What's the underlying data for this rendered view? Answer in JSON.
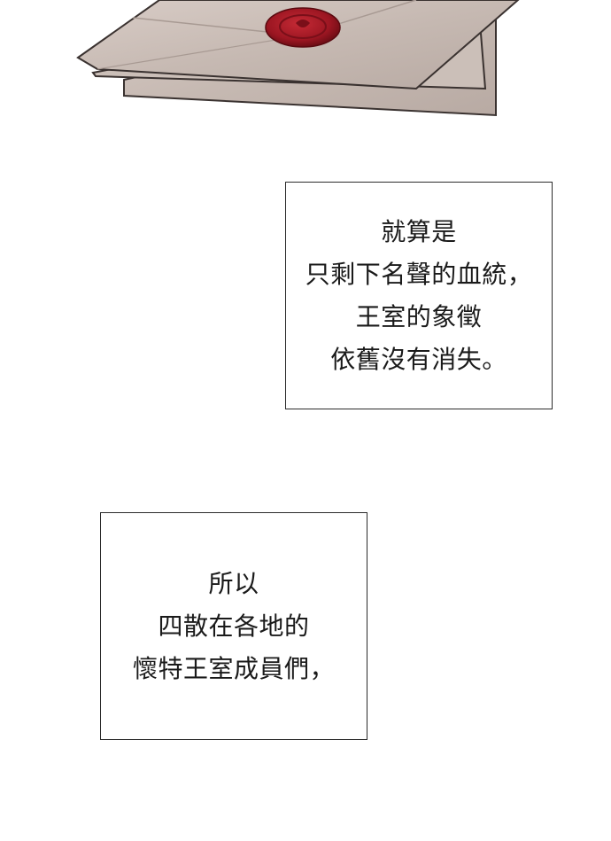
{
  "panel": {
    "illustration": "stack of sealed envelopes with red wax seal",
    "colors": {
      "paper": "#c9bdb6",
      "outline": "#3a3230",
      "wax_seal": "#9c1622"
    }
  },
  "captions": [
    {
      "lines": [
        "就算是",
        "只剩下名聲的血統，",
        "王室的象徵",
        "依舊沒有消失。"
      ]
    },
    {
      "lines": [
        "所以",
        "四散在各地的",
        "懷特王室成員們，"
      ]
    }
  ]
}
